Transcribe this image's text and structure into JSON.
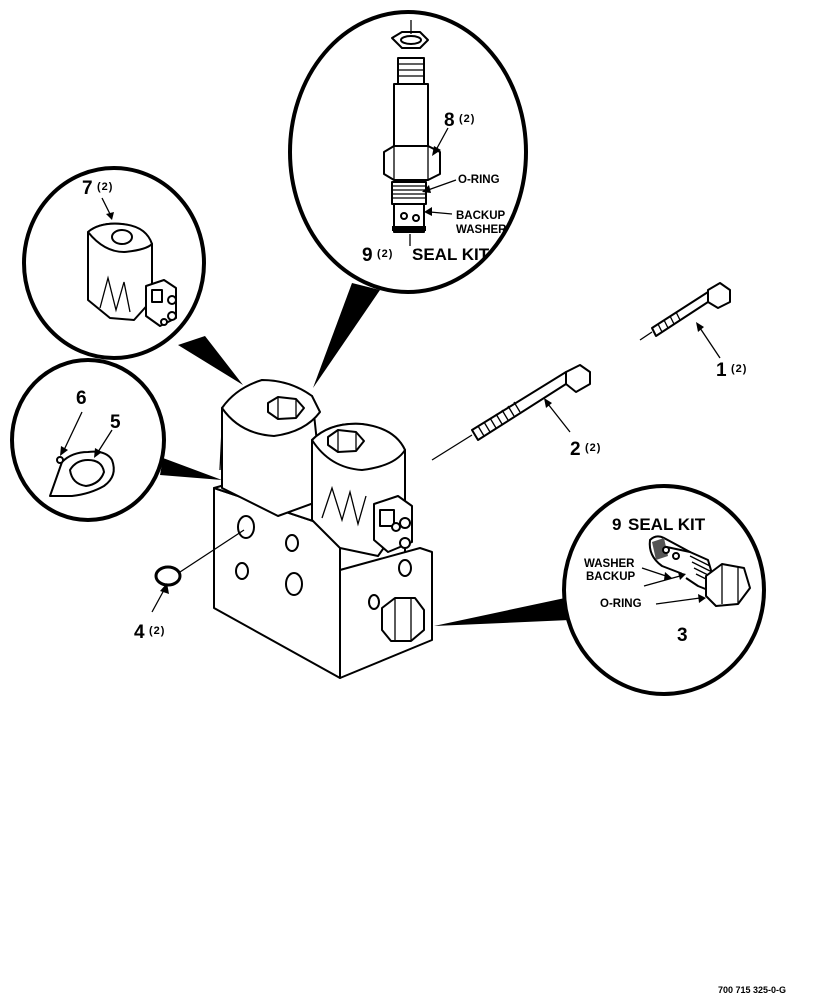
{
  "parts": [
    {
      "number": "1",
      "qty": "(2)"
    },
    {
      "number": "2",
      "qty": "(2)"
    },
    {
      "number": "3",
      "qty": ""
    },
    {
      "number": "4",
      "qty": "(2)"
    },
    {
      "number": "5",
      "qty": ""
    },
    {
      "number": "6",
      "qty": ""
    },
    {
      "number": "7",
      "qty": "(2)"
    },
    {
      "number": "8",
      "qty": "(2)"
    },
    {
      "number": "9",
      "qty": "(2)"
    }
  ],
  "callouts": {
    "top_oring": "O-RING",
    "top_backup": "BACKUP",
    "top_washer": "WASHER",
    "top_sealkit": "SEAL KIT",
    "right_sealkit_num": "9",
    "right_sealkit": "SEAL KIT",
    "right_washer": "WASHER",
    "right_backup": "BACKUP",
    "right_oring": "O-RING"
  },
  "figure_id": "700 715 325-0-G"
}
